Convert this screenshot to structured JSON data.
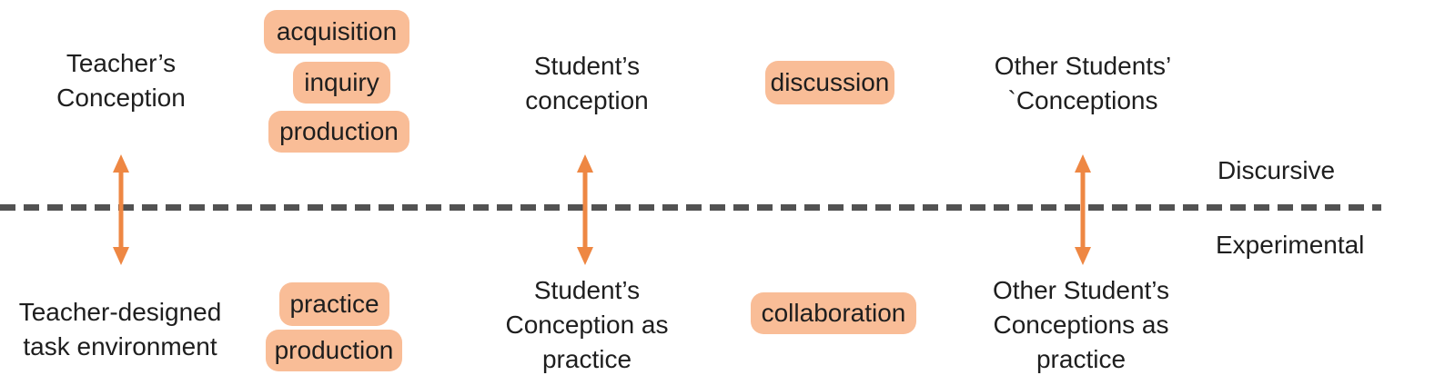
{
  "colors": {
    "background": "#ffffff",
    "text": "#1e1e1e",
    "tag_bg": "#f9bd97",
    "arrow": "#ee8743",
    "divider": "#525252"
  },
  "labels": {
    "discursive": "Discursive",
    "experimental": "Experimental"
  },
  "nodes": {
    "teacher_top": {
      "line1": "Teacher’s",
      "line2": "Conception"
    },
    "student_top": {
      "line1": "Student’s",
      "line2": "conception"
    },
    "others_top": {
      "line1": "Other Students’",
      "line2": "`Conceptions"
    },
    "teacher_bottom": {
      "line1": "Teacher-designed",
      "line2": "task environment"
    },
    "student_bottom": {
      "line1": "Student’s",
      "line2": "Conception as",
      "line3": "practice"
    },
    "others_bottom": {
      "line1": "Other Student’s",
      "line2": "Conceptions as",
      "line3": "practice"
    }
  },
  "tags": {
    "acquisition": "acquisition",
    "inquiry": "inquiry",
    "production_top": "production",
    "discussion": "discussion",
    "practice": "practice",
    "production_bottom": "production",
    "collaboration": "collaboration"
  }
}
